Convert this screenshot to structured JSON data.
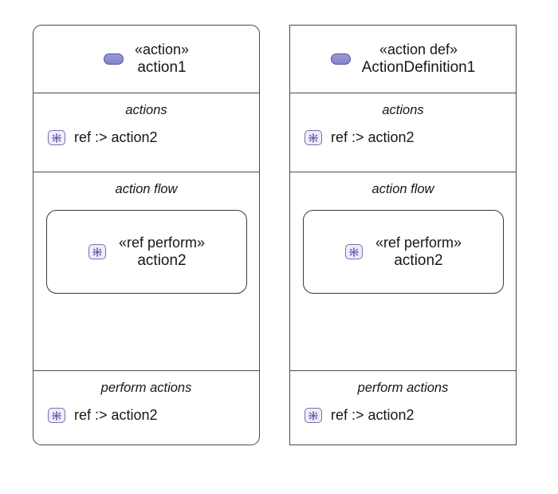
{
  "diagram": {
    "type": "sysml-action-notation",
    "background_color": "#ffffff",
    "border_color": "#4a4a4f",
    "accent_color": "#5b4e9e",
    "icon_fill_color": "#8b8fd0",
    "ref_icon_fill_color": "#eeecf8",
    "boxes": [
      {
        "id": "usage",
        "shape": "rounded-rectangle",
        "icon": "action-icon",
        "stereotype": "«action»",
        "name": "action1",
        "compartments": [
          {
            "id": "actions",
            "label": "actions",
            "features": [
              {
                "icon": "ref-icon",
                "text": "ref :> action2"
              }
            ]
          },
          {
            "id": "action-flow",
            "label": "action flow",
            "nested": {
              "icon": "ref-icon",
              "stereotype": "«ref perform»",
              "name": "action2"
            }
          },
          {
            "id": "perform-actions",
            "label": "perform actions",
            "features": [
              {
                "icon": "ref-icon",
                "text": "ref :> action2"
              }
            ]
          }
        ]
      },
      {
        "id": "definition",
        "shape": "rectangle",
        "icon": "action-icon",
        "stereotype": "«action def»",
        "name": "ActionDefinition1",
        "compartments": [
          {
            "id": "actions",
            "label": "actions",
            "features": [
              {
                "icon": "ref-icon",
                "text": "ref :> action2"
              }
            ]
          },
          {
            "id": "action-flow",
            "label": "action flow",
            "nested": {
              "icon": "ref-icon",
              "stereotype": "«ref perform»",
              "name": "action2"
            }
          },
          {
            "id": "perform-actions",
            "label": "perform actions",
            "features": [
              {
                "icon": "ref-icon",
                "text": "ref :> action2"
              }
            ]
          }
        ]
      }
    ]
  }
}
